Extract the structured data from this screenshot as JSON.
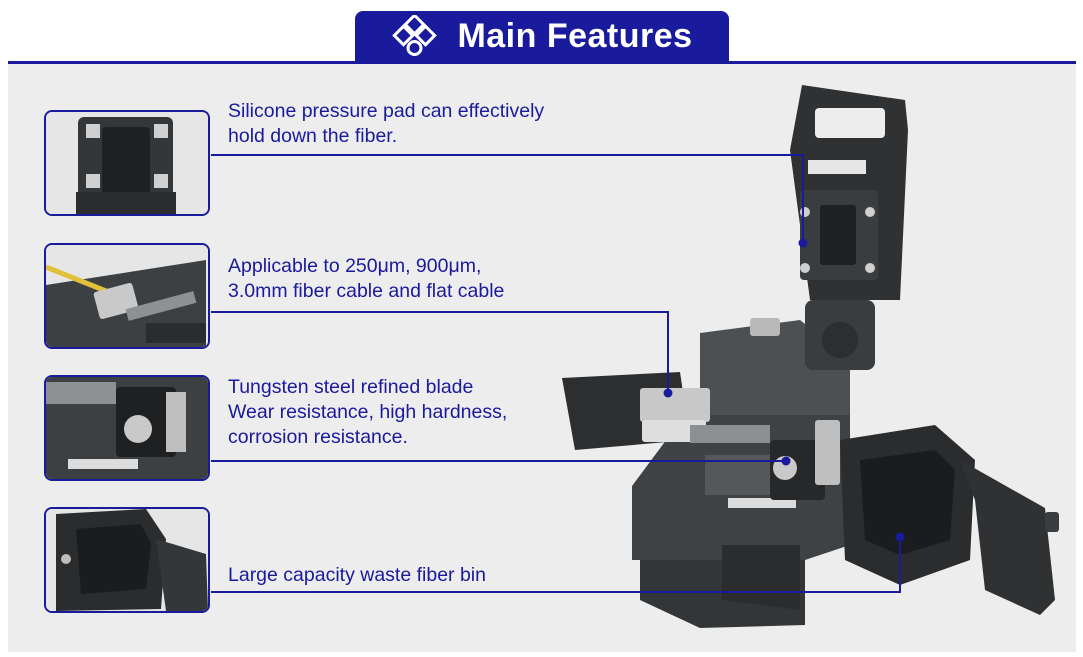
{
  "header": {
    "title": "Main Features",
    "icon": "diamond-cluster-icon"
  },
  "colors": {
    "brand": "#1a1a9c",
    "panel_bg": "#ededed",
    "device": "#46494c"
  },
  "features": [
    {
      "text": "Silicone pressure pad can effectively\nhold down the fiber.",
      "image": "silicone-pressure-pad"
    },
    {
      "text": "Applicable to 250μm, 900μm,\n3.0mm fiber cable and flat cable",
      "image": "fiber-holder"
    },
    {
      "text": "Tungsten steel refined blade\nWear resistance, high hardness,\ncorrosion resistance.",
      "image": "blade-assembly"
    },
    {
      "text": "Large capacity waste fiber bin",
      "image": "waste-fiber-bin"
    }
  ]
}
